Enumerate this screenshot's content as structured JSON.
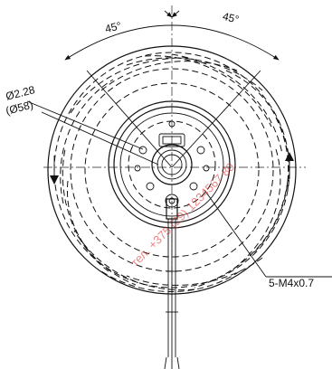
{
  "annotations": {
    "angle_left": "45°",
    "angle_right": "45°",
    "hole_dia_line1": "Ø2.28",
    "hole_dia_line2": "(Ø58)",
    "thread_callout": "5-M4x0.7"
  },
  "watermark": "тел. +375 (29) 1234567 80"
}
